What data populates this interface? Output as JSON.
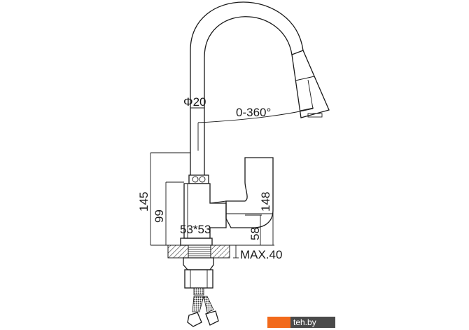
{
  "dimensions": {
    "pipe_diameter": "Φ20",
    "rotation": "0-360°",
    "total_height_body": "145",
    "body_height": "99",
    "handle_height": "148",
    "spout_outlet_height": "58",
    "base_size": "53*53",
    "max_counter_thickness": "MAX.40"
  },
  "watermark": {
    "text": "teh.by",
    "accent_color": "#f26a1b"
  }
}
